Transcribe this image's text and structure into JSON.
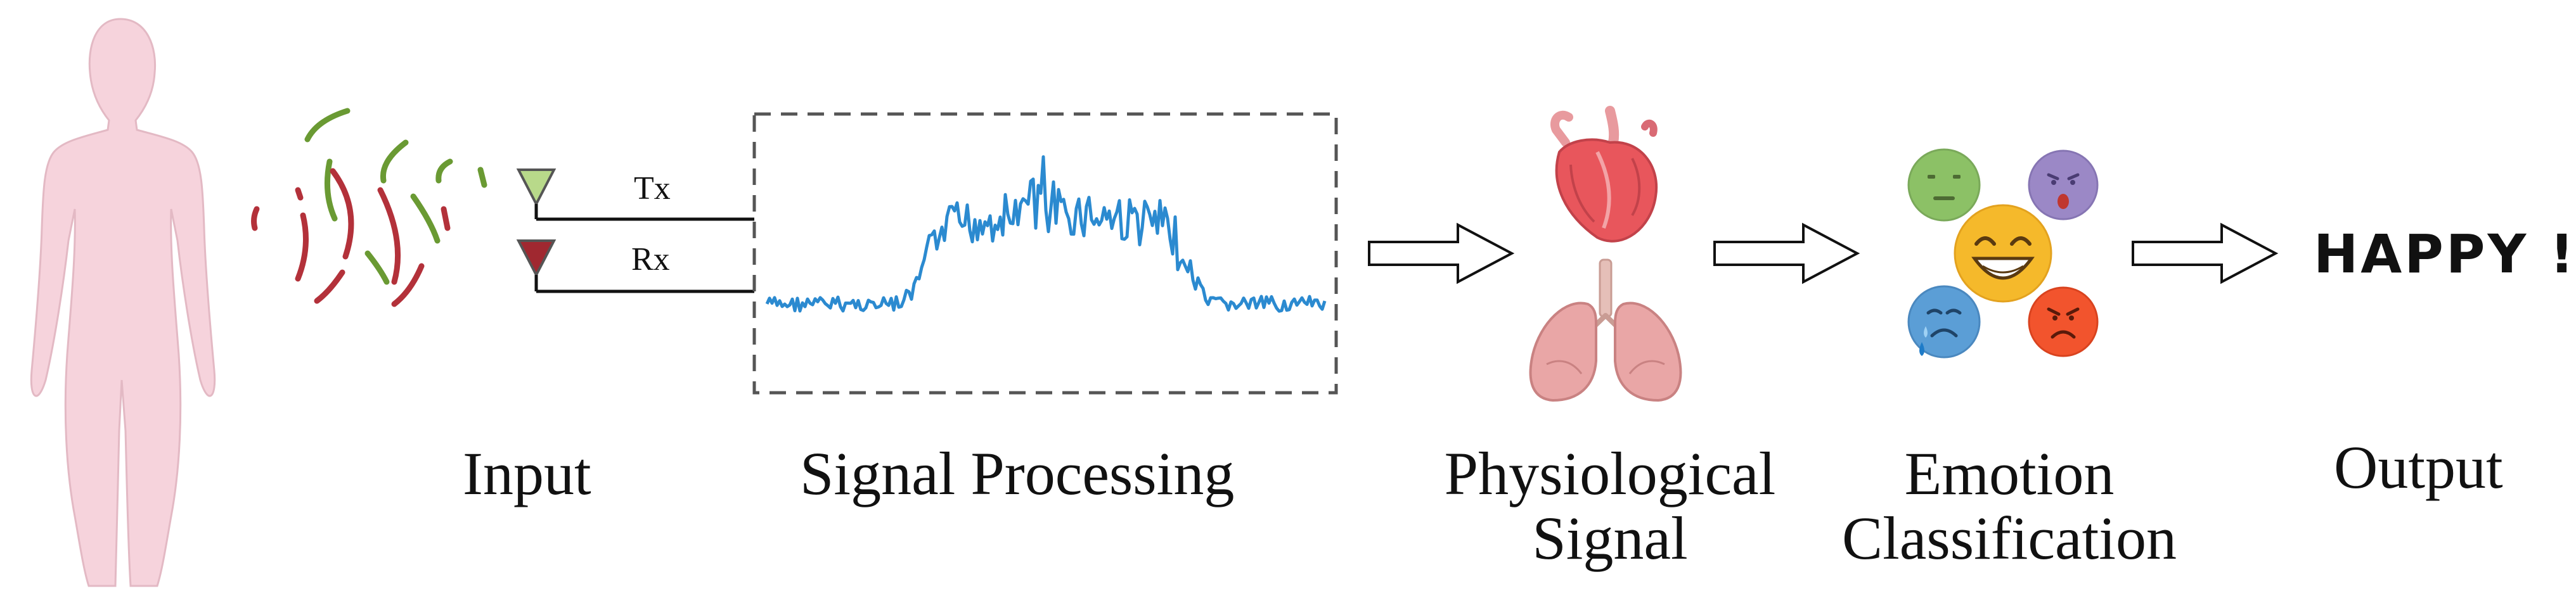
{
  "labels": {
    "tx": "Tx",
    "rx": "Rx",
    "input": "Input",
    "signal_processing": "Signal Processing",
    "physiological_line1": "Physiological",
    "physiological_line2": "Signal",
    "emotion_line1": "Emotion",
    "emotion_line2": "Classification",
    "output": "Output",
    "output_word": "HAPPY !"
  },
  "icons": [
    "human-silhouette-icon",
    "radio-wave-icon",
    "tx-antenna-icon",
    "rx-antenna-icon",
    "heart-icon",
    "lungs-icon",
    "neutral-face-icon",
    "surprised-face-icon",
    "happy-face-icon",
    "sad-face-icon",
    "angry-face-icon",
    "flow-arrow-icon"
  ],
  "colors": {
    "body": "#f6d3dc",
    "tx_wave": "#6a9a33",
    "rx_wave": "#b3313a",
    "tx_antenna": "#b8d98a",
    "rx_antenna": "#a02830",
    "signal": "#2b8ad0",
    "box_border": "#555555",
    "heart": "#e8565c",
    "lungs": "#e9a6a6",
    "face_neutral": "#8cc166",
    "face_surprised": "#9b88c6",
    "face_happy": "#f5b92b",
    "face_sad": "#5b9ed6",
    "face_angry": "#f2542d"
  }
}
